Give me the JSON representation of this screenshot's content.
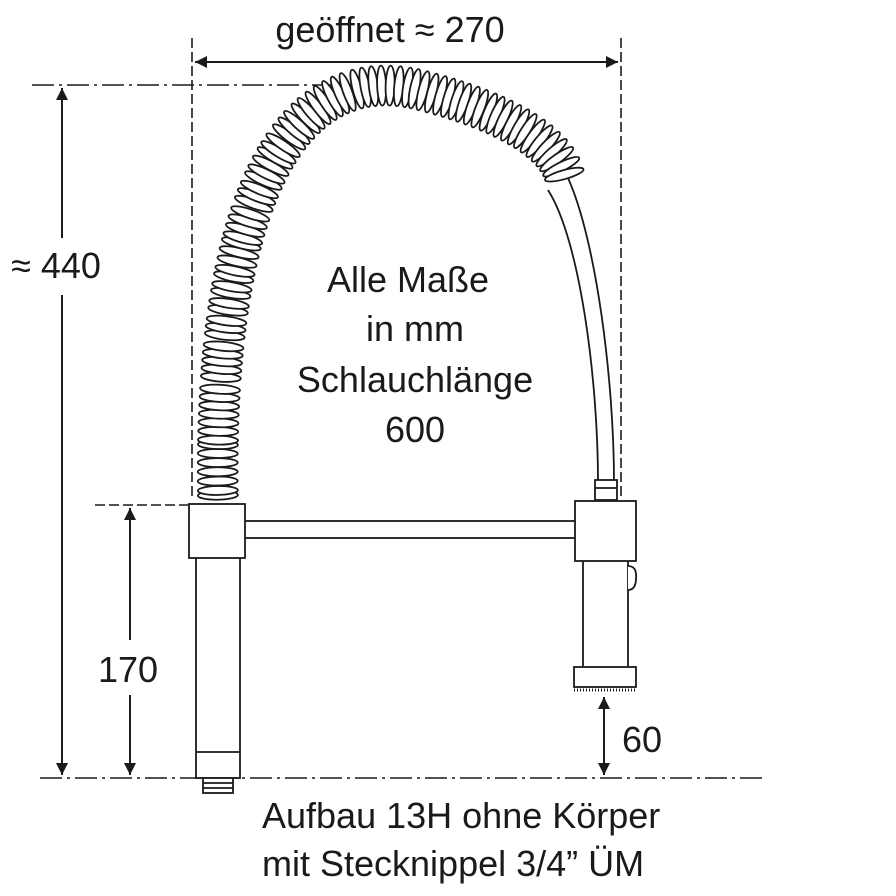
{
  "dimensions": {
    "open_width": "geöffnet ≈ 270",
    "total_height": "≈ 440",
    "body_height": "170",
    "spray_clearance": "60"
  },
  "notes": {
    "line1": "Alle Maße",
    "line2": "in mm",
    "line3": "Schlauchlänge",
    "line4": "600"
  },
  "caption": {
    "line1": "Aufbau 13H ohne Körper",
    "line2": "mit Stecknippel 3/4” ÜM"
  }
}
